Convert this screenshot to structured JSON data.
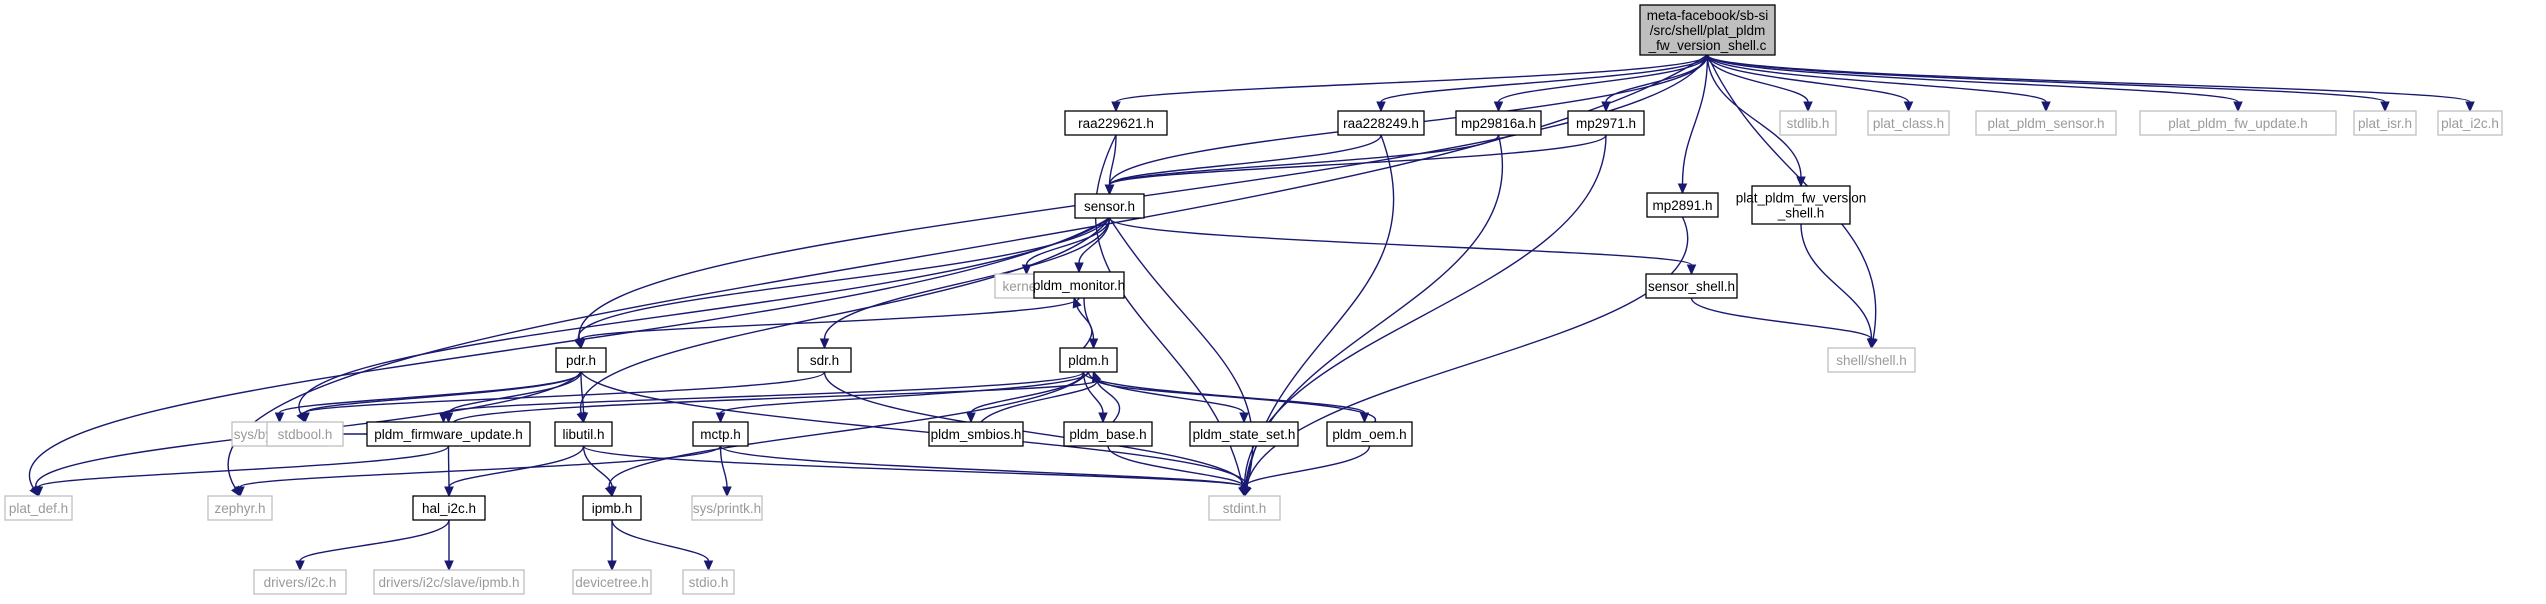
{
  "graph": {
    "title": "meta-facebook/sb-si/src/shell/plat_pldm_fw_version_shell.c",
    "colors": {
      "edge": "#191970",
      "root_fill": "#bfbfbf",
      "node_border": "#000000",
      "missing_border": "#bfbfbf",
      "missing_text": "#9a9a9a"
    },
    "nodes": [
      {
        "id": "root",
        "label": [
          "meta-facebook/sb-si",
          "/src/shell/plat_pldm",
          "_fw_version_shell.c"
        ],
        "kind": "root"
      },
      {
        "id": "raa229621",
        "label": [
          "raa229621.h"
        ],
        "kind": "file"
      },
      {
        "id": "raa228249",
        "label": [
          "raa228249.h"
        ],
        "kind": "file"
      },
      {
        "id": "mp29816a",
        "label": [
          "mp29816a.h"
        ],
        "kind": "file"
      },
      {
        "id": "mp2971",
        "label": [
          "mp2971.h"
        ],
        "kind": "file"
      },
      {
        "id": "mp2891",
        "label": [
          "mp2891.h"
        ],
        "kind": "file"
      },
      {
        "id": "plat_pldm_fw_version_shell_h",
        "label": [
          "plat_pldm_fw_version",
          "_shell.h"
        ],
        "kind": "file"
      },
      {
        "id": "stdlib",
        "label": [
          "stdlib.h"
        ],
        "kind": "missing"
      },
      {
        "id": "plat_class",
        "label": [
          "plat_class.h"
        ],
        "kind": "missing"
      },
      {
        "id": "plat_pldm_sensor",
        "label": [
          "plat_pldm_sensor.h"
        ],
        "kind": "missing"
      },
      {
        "id": "plat_pldm_fw_update",
        "label": [
          "plat_pldm_fw_update.h"
        ],
        "kind": "missing"
      },
      {
        "id": "plat_isr",
        "label": [
          "plat_isr.h"
        ],
        "kind": "missing"
      },
      {
        "id": "plat_i2c",
        "label": [
          "plat_i2c.h"
        ],
        "kind": "missing"
      },
      {
        "id": "sensor",
        "label": [
          "sensor.h"
        ],
        "kind": "file"
      },
      {
        "id": "kernel",
        "label": [
          "kernel.h"
        ],
        "kind": "missing"
      },
      {
        "id": "pldm_monitor",
        "label": [
          "pldm_monitor.h"
        ],
        "kind": "file"
      },
      {
        "id": "sensor_shell",
        "label": [
          "sensor_shell.h"
        ],
        "kind": "file"
      },
      {
        "id": "shell",
        "label": [
          "shell/shell.h"
        ],
        "kind": "missing"
      },
      {
        "id": "pdr",
        "label": [
          "pdr.h"
        ],
        "kind": "file"
      },
      {
        "id": "sdr",
        "label": [
          "sdr.h"
        ],
        "kind": "file"
      },
      {
        "id": "pldm",
        "label": [
          "pldm.h"
        ],
        "kind": "file"
      },
      {
        "id": "byteorder",
        "label": [
          "sys/byteorder.h"
        ],
        "kind": "missing"
      },
      {
        "id": "stdbool",
        "label": [
          "stdbool.h"
        ],
        "kind": "missing"
      },
      {
        "id": "pldm_firmware_update",
        "label": [
          "pldm_firmware_update.h"
        ],
        "kind": "file"
      },
      {
        "id": "libutil",
        "label": [
          "libutil.h"
        ],
        "kind": "file"
      },
      {
        "id": "mctp",
        "label": [
          "mctp.h"
        ],
        "kind": "file"
      },
      {
        "id": "pldm_smbios",
        "label": [
          "pldm_smbios.h"
        ],
        "kind": "file"
      },
      {
        "id": "pldm_base",
        "label": [
          "pldm_base.h"
        ],
        "kind": "file"
      },
      {
        "id": "pldm_state_set",
        "label": [
          "pldm_state_set.h"
        ],
        "kind": "file"
      },
      {
        "id": "pldm_oem",
        "label": [
          "pldm_oem.h"
        ],
        "kind": "file"
      },
      {
        "id": "plat_def",
        "label": [
          "plat_def.h"
        ],
        "kind": "missing"
      },
      {
        "id": "zephyr",
        "label": [
          "zephyr.h"
        ],
        "kind": "missing"
      },
      {
        "id": "hal_i2c",
        "label": [
          "hal_i2c.h"
        ],
        "kind": "file"
      },
      {
        "id": "ipmb",
        "label": [
          "ipmb.h"
        ],
        "kind": "file"
      },
      {
        "id": "printk",
        "label": [
          "sys/printk.h"
        ],
        "kind": "missing"
      },
      {
        "id": "stdint",
        "label": [
          "stdint.h"
        ],
        "kind": "missing"
      },
      {
        "id": "drivers_i2c",
        "label": [
          "drivers/i2c.h"
        ],
        "kind": "missing"
      },
      {
        "id": "drivers_i2c_slave_ipmb",
        "label": [
          "drivers/i2c/slave/ipmb.h"
        ],
        "kind": "missing"
      },
      {
        "id": "devicetree",
        "label": [
          "devicetree.h"
        ],
        "kind": "missing"
      },
      {
        "id": "stdio",
        "label": [
          "stdio.h"
        ],
        "kind": "missing"
      }
    ]
  }
}
